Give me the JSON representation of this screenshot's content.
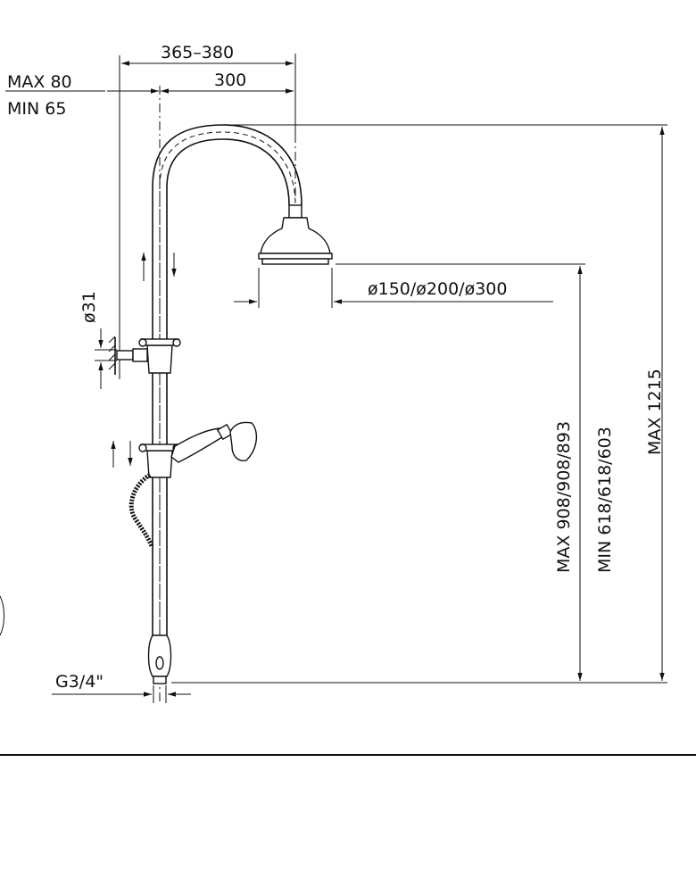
{
  "dimensions": {
    "top_width": "365–380",
    "arm_reach": "300",
    "wall_max": "MAX  80",
    "wall_min": "MIN  65",
    "diameter_31": "ø31",
    "head_diameters": "ø150/ø200/ø300",
    "height_max_head": "MAX  908/908/893",
    "height_min_head": "MIN  618/618/603",
    "height_max_total": "MAX  1215",
    "inlet_thread": "G3/4\""
  }
}
